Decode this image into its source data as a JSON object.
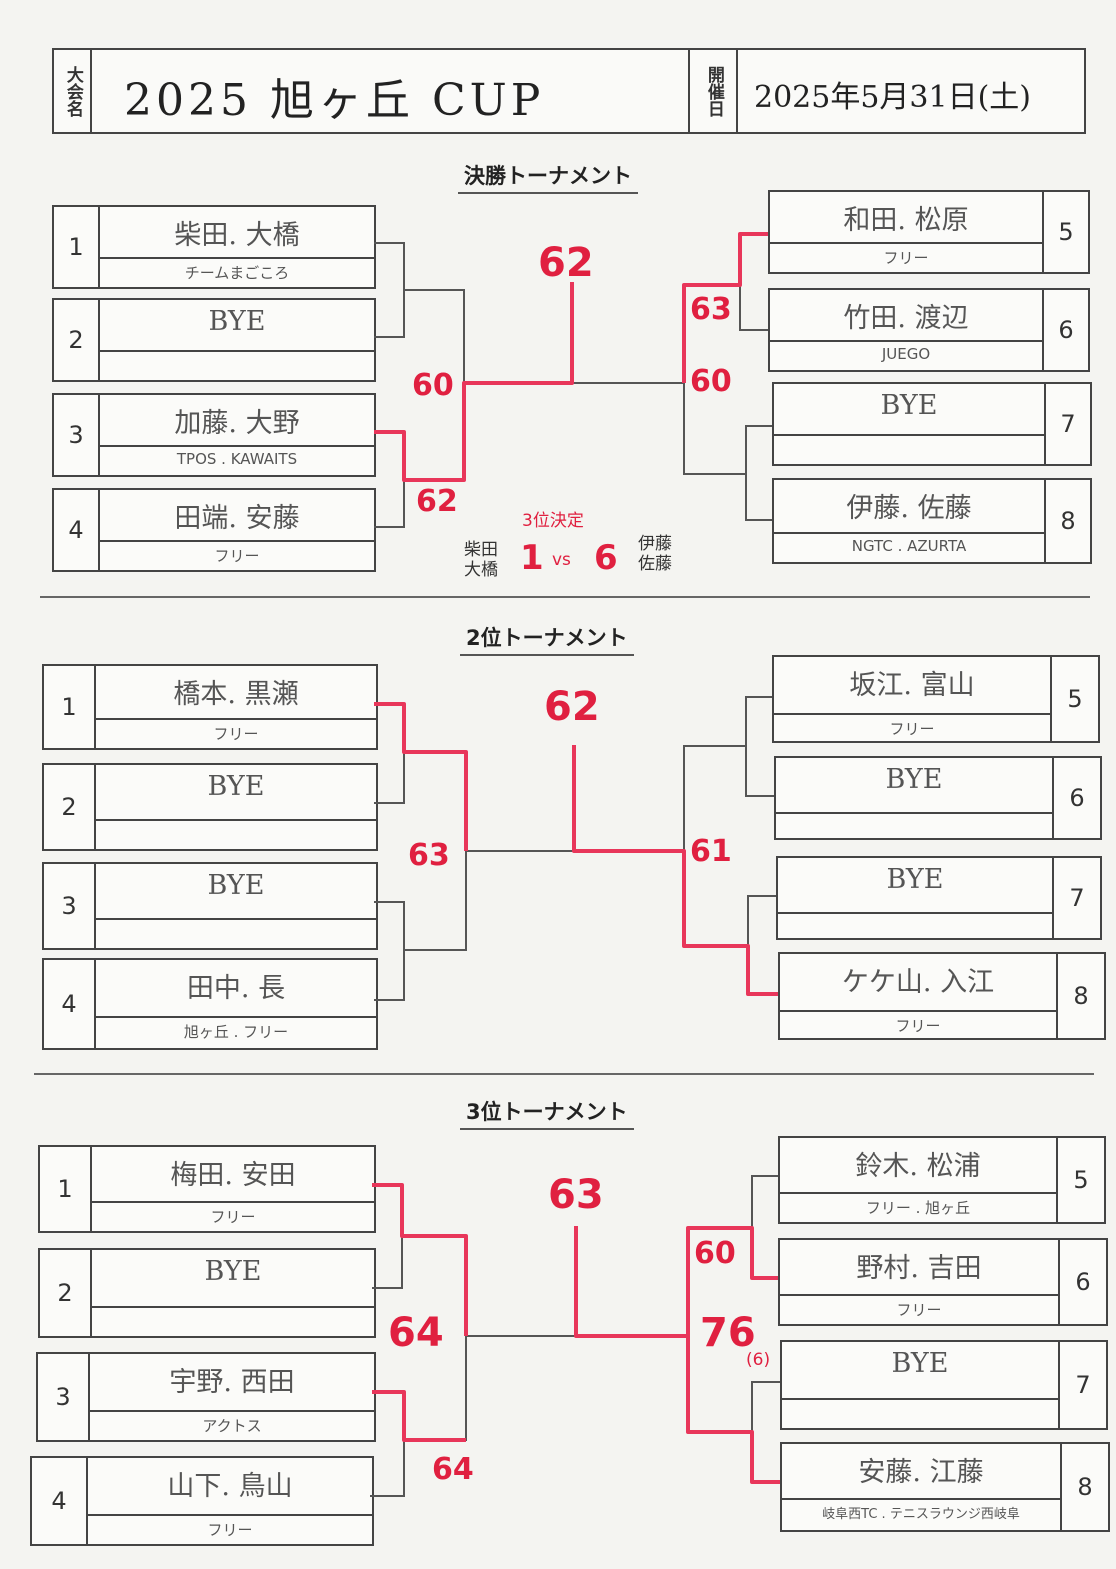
{
  "header": {
    "event_label": "大会名",
    "event_name": "2025 旭ヶ丘 CUP",
    "date_label": "開催日",
    "date": "2025年5月31日(土)"
  },
  "sections": [
    {
      "title": "決勝トーナメント",
      "left": [
        {
          "seed": "1",
          "name": "柴田. 大橋",
          "club": "チームまごころ"
        },
        {
          "seed": "2",
          "name": "BYE",
          "club": ""
        },
        {
          "seed": "3",
          "name": "加藤. 大野",
          "club": "TPOS . KAWAITS"
        },
        {
          "seed": "4",
          "name": "田端. 安藤",
          "club": "フリー"
        }
      ],
      "right": [
        {
          "seed": "5",
          "name": "和田. 松原",
          "club": "フリー"
        },
        {
          "seed": "6",
          "name": "竹田. 渡辺",
          "club": "JUEGO"
        },
        {
          "seed": "7",
          "name": "BYE",
          "club": ""
        },
        {
          "seed": "8",
          "name": "伊藤. 佐藤",
          "club": "NGTC . AZURTA"
        }
      ],
      "scores": {
        "final": "62",
        "left_semi": "60",
        "left_qf": "62",
        "right_semi": "60",
        "right_qf": "63"
      },
      "third_place": {
        "label": "3位決定",
        "left_names": "柴田\n大橋",
        "left_seed": "1",
        "vs": "vs",
        "right_seed": "6",
        "right_names": "伊藤\n佐藤"
      }
    },
    {
      "title": "2位トーナメント",
      "left": [
        {
          "seed": "1",
          "name": "橋本. 黒瀬",
          "club": "フリー"
        },
        {
          "seed": "2",
          "name": "BYE",
          "club": ""
        },
        {
          "seed": "3",
          "name": "BYE",
          "club": ""
        },
        {
          "seed": "4",
          "name": "田中. 長",
          "club": "旭ヶ丘 . フリー"
        }
      ],
      "right": [
        {
          "seed": "5",
          "name": "坂江. 富山",
          "club": "フリー"
        },
        {
          "seed": "6",
          "name": "BYE",
          "club": ""
        },
        {
          "seed": "7",
          "name": "BYE",
          "club": ""
        },
        {
          "seed": "8",
          "name": "ケケ山. 入江",
          "club": "フリー"
        }
      ],
      "scores": {
        "final": "62",
        "left_semi": "63",
        "right_semi": "61"
      }
    },
    {
      "title": "3位トーナメント",
      "left": [
        {
          "seed": "1",
          "name": "梅田. 安田",
          "club": "フリー"
        },
        {
          "seed": "2",
          "name": "BYE",
          "club": ""
        },
        {
          "seed": "3",
          "name": "宇野. 西田",
          "club": "アクトス"
        },
        {
          "seed": "4",
          "name": "山下. 鳥山",
          "club": "フリー"
        }
      ],
      "right": [
        {
          "seed": "5",
          "name": "鈴木. 松浦",
          "club": "フリー . 旭ヶ丘"
        },
        {
          "seed": "6",
          "name": "野村. 吉田",
          "club": "フリー"
        },
        {
          "seed": "7",
          "name": "BYE",
          "club": ""
        },
        {
          "seed": "8",
          "name": "安藤. 江藤",
          "club": "岐阜西TC . テニスラウンジ西岐阜"
        }
      ],
      "scores": {
        "final": "63",
        "left_semi": "64",
        "left_qf": "64",
        "right_qf": "60",
        "right_semi": "76",
        "right_tb": "(6)"
      }
    }
  ]
}
